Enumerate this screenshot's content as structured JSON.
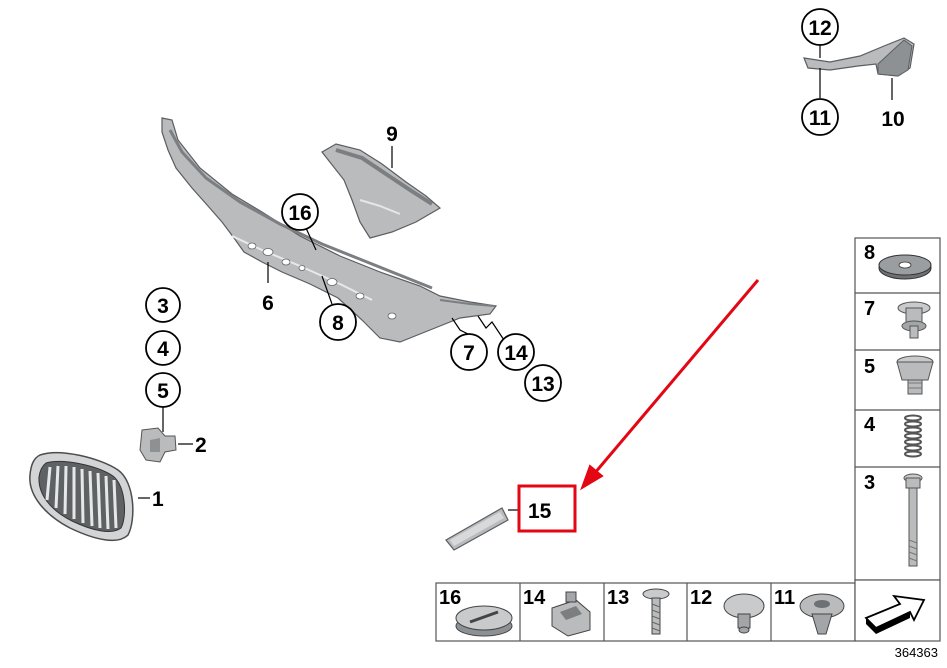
{
  "diagram": {
    "callouts": {
      "c1": "1",
      "c2": "2",
      "c3": "3",
      "c4": "4",
      "c5": "5",
      "c6": "6",
      "c7": "7",
      "c8": "8",
      "c9": "9",
      "c10": "10",
      "c11": "11",
      "c12": "12",
      "c13": "13",
      "c14": "14",
      "c15": "15",
      "c16": "16"
    },
    "parts_table_right": [
      "8",
      "7",
      "5",
      "4",
      "3"
    ],
    "parts_table_bottom": [
      "16",
      "14",
      "13",
      "12",
      "11"
    ],
    "diagram_id": "364363",
    "colors": {
      "highlight": "#e30613",
      "part_fill": "#b9bbbd",
      "part_dark": "#7c7f82",
      "line": "#000000"
    }
  }
}
